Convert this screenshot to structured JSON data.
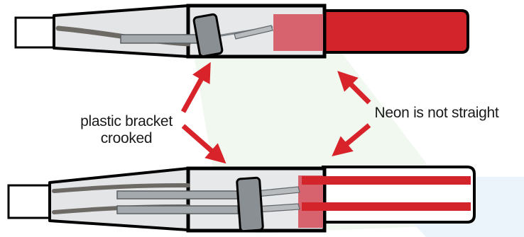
{
  "annotations": {
    "bracket_line1": "plastic bracket",
    "bracket_line2": "crooked",
    "neon": "Neon is not straight"
  },
  "colors": {
    "outline": "#000000",
    "neon_red": "#d4242b",
    "neon_pink": "#d6636d",
    "bracket_grey": "#8a8f94",
    "tube_grey": "#a4a9ad",
    "body_fill": "#e3e5e6",
    "arrow_red": "#d8232a",
    "glow": "#eef7ee"
  }
}
